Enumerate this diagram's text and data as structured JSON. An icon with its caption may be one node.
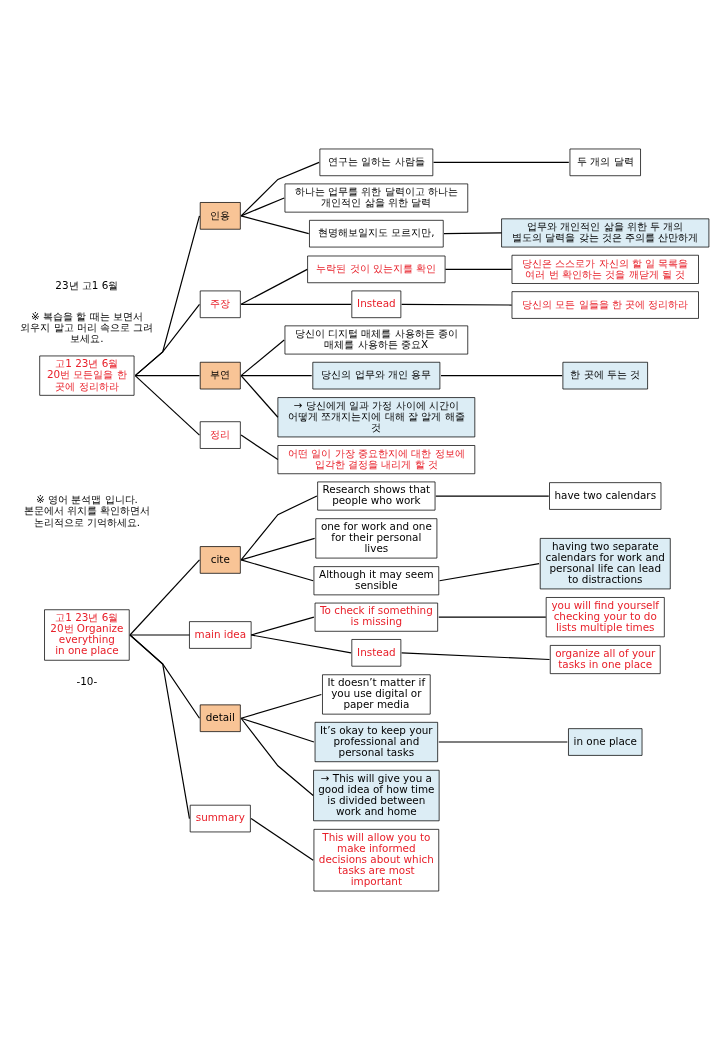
{
  "diagram": {
    "nodes": [
      {
        "text": [
          "고1 23년 6월 20번 모든일을 한 곳에 정리하라"
        ]
      },
      {
        "text": [
          "인용"
        ]
      },
      {
        "text": [
          "연구는 일하는 사람들"
        ]
      },
      {
        "text": [
          "두 개의 달력"
        ]
      },
      {
        "text": [
          "하나는 업무를 위한 달력이고 하나는 개인적인 삶을 위한 달력"
        ]
      },
      {
        "text": [
          "현명해보일지도 모르지만,"
        ]
      },
      {
        "text": [
          "업무와 개인적인 삶을 위한 두 개의 별도의 달력을 갖는 것은 주의를 산만하게"
        ]
      },
      {
        "text": [
          "주장"
        ]
      },
      {
        "text": [
          "누락된 것이 있는지를 확인"
        ]
      },
      {
        "text": [
          "당신은 스스로가 자신의 할 일 목록을 여러 번 확인하는 것을 깨닫게 될 것"
        ]
      },
      {
        "text": [
          "Instead"
        ]
      },
      {
        "text": [
          "당신의 모든 일들을 한 곳에 정리하라"
        ]
      },
      {
        "text": [
          "부연"
        ]
      },
      {
        "text": [
          "당신이 디지털 매체를 사용하든 종이 매체를 사용하든 중요X"
        ]
      },
      {
        "text": [
          "당신의 업무와 개인 용무"
        ]
      },
      {
        "text": [
          "한 곳에 두는 것"
        ]
      },
      {
        "text": [
          "→ 당신에게 일과 가정 사이에 시간이 어떻게 쪼개지는지에 대해 잘 알게 해줄 것"
        ]
      },
      {
        "text": [
          "정리"
        ]
      },
      {
        "text": [
          "어떤 일이 가장 중요한지에 대한 정보에 입각한 결정을 내리게 할 것"
        ]
      },
      {
        "text": [
          "고1 23년 6월 20번 Organize everything in one place"
        ]
      },
      {
        "text": [
          "cite"
        ]
      },
      {
        "text": [
          "Research shows that people who work"
        ]
      },
      {
        "text": [
          "have two calendars"
        ]
      },
      {
        "text": [
          "one for work and one for their personal lives"
        ]
      },
      {
        "text": [
          "Although it may seem sensible"
        ]
      },
      {
        "text": [
          "having two separate calendars for work and personal life can lead to distractions"
        ]
      },
      {
        "text": [
          "main idea"
        ]
      },
      {
        "text": [
          "To check if something is missing"
        ]
      },
      {
        "text": [
          "you will find yourself checking your to do lists multiple times"
        ]
      },
      {
        "text": [
          "Instead"
        ]
      },
      {
        "text": [
          "organize all of your tasks in one place"
        ]
      },
      {
        "text": [
          "detail"
        ]
      },
      {
        "text": [
          "It doesn’t matter if you use digital or paper media"
        ]
      },
      {
        "text": [
          "It’s okay to keep your professional and personal tasks"
        ]
      },
      {
        "text": [
          "in one place"
        ]
      },
      {
        "text": [
          "→ This will give you a good idea of how time is divided between work and home"
        ]
      },
      {
        "text": [
          "summary"
        ]
      },
      {
        "text": [
          "This will allow you to make informed decisions about which tasks are most important"
        ]
      }
    ],
    "edges": [
      {
        "from": 0,
        "to": 1,
        "arrow": "none"
      },
      {
        "from": 1,
        "to": 2,
        "arrow": "none"
      },
      {
        "from": 2,
        "to": 3,
        "arrow": "none"
      },
      {
        "from": 1,
        "to": 4,
        "arrow": "none"
      },
      {
        "from": 1,
        "to": 5,
        "arrow": "none"
      },
      {
        "from": 5,
        "to": 6,
        "arrow": "none"
      },
      {
        "from": 0,
        "to": 7,
        "arrow": "none"
      },
      {
        "from": 7,
        "to": 8,
        "arrow": "none"
      },
      {
        "from": 8,
        "to": 9,
        "arrow": "none"
      },
      {
        "from": 7,
        "to": 10,
        "arrow": "none"
      },
      {
        "from": 10,
        "to": 11,
        "arrow": "none"
      },
      {
        "from": 0,
        "to": 12,
        "arrow": "none"
      },
      {
        "from": 12,
        "to": 13,
        "arrow": "none"
      },
      {
        "from": 12,
        "to": 14,
        "arrow": "none"
      },
      {
        "from": 14,
        "to": 15,
        "arrow": "none"
      },
      {
        "from": 12,
        "to": 16,
        "arrow": "none"
      },
      {
        "from": 0,
        "to": 17,
        "arrow": "none"
      },
      {
        "from": 17,
        "to": 18,
        "arrow": "none"
      },
      {
        "from": 19,
        "to": 20,
        "arrow": "none"
      },
      {
        "from": 20,
        "to": 21,
        "arrow": "none"
      },
      {
        "from": 21,
        "to": 22,
        "arrow": "none"
      },
      {
        "from": 20,
        "to": 23,
        "arrow": "none"
      },
      {
        "from": 20,
        "to": 24,
        "arrow": "none"
      },
      {
        "from": 24,
        "to": 25,
        "arrow": "none"
      },
      {
        "from": 19,
        "to": 26,
        "arrow": "none"
      },
      {
        "from": 26,
        "to": 27,
        "arrow": "none"
      },
      {
        "from": 27,
        "to": 28,
        "arrow": "none"
      },
      {
        "from": 26,
        "to": 29,
        "arrow": "none"
      },
      {
        "from": 29,
        "to": 30,
        "arrow": "none"
      },
      {
        "from": 19,
        "to": 31,
        "arrow": "none"
      },
      {
        "from": 31,
        "to": 32,
        "arrow": "none"
      },
      {
        "from": 31,
        "to": 33,
        "arrow": "none"
      },
      {
        "from": 33,
        "to": 34,
        "arrow": "none"
      },
      {
        "from": 31,
        "to": 35,
        "arrow": "none"
      },
      {
        "from": 19,
        "to": 36,
        "arrow": "none"
      },
      {
        "from": 36,
        "to": 37,
        "arrow": "none"
      }
    ],
    "labels": [
      "23년 고1 6월",
      "※ 복습을 할 때는 보면서 외우지 말고 머리 속으로 그려 보세요.",
      "※ 영어 분석맵 입니다. 본문에서 위치를 확인하면서 논리적으로 기억하세요.",
      "-10-"
    ]
  }
}
